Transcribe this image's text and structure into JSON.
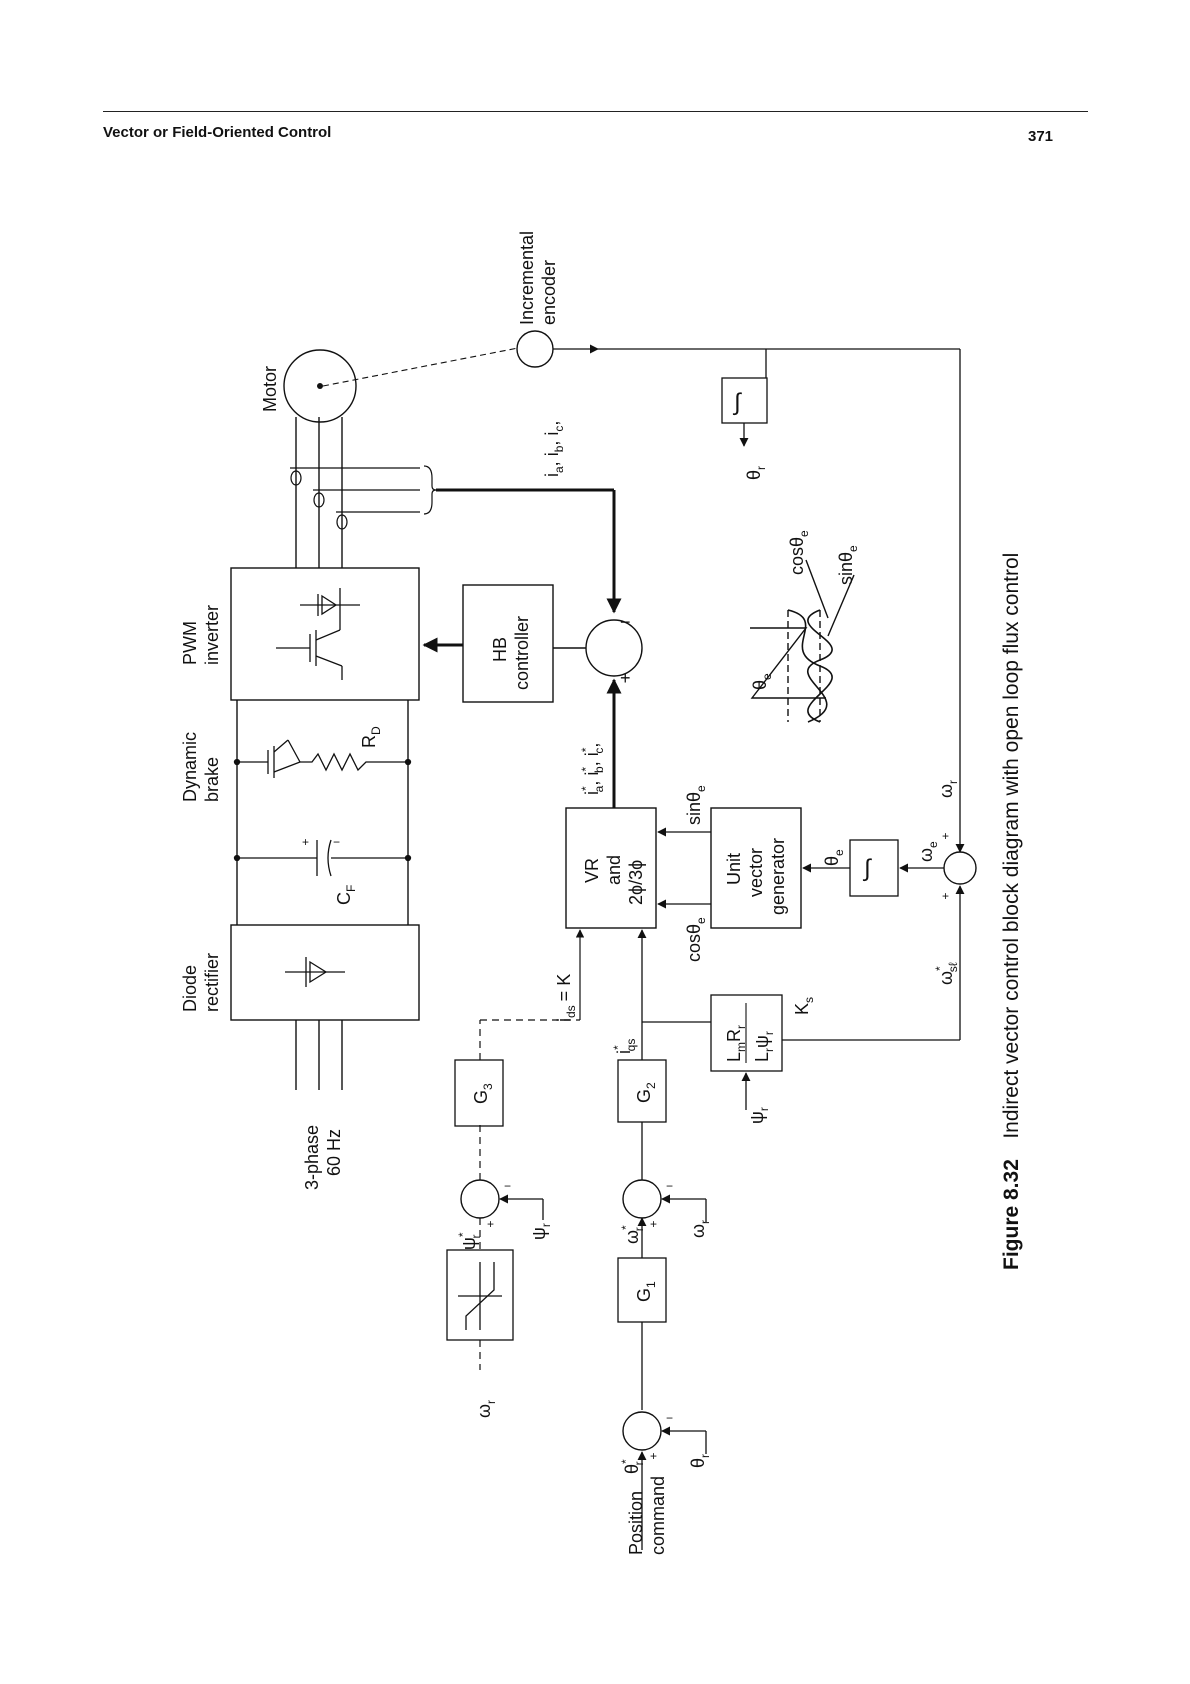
{
  "header": {
    "running_title": "Vector or Field-Oriented Control",
    "page_number": "371"
  },
  "figure": {
    "number": "Figure 8.32",
    "caption": "Indirect vector control block diagram with open loop flux control",
    "blocks": {
      "motor": "Motor",
      "encoder": [
        "Incremental",
        "encoder"
      ],
      "pwm_inverter": [
        "PWM",
        "inverter"
      ],
      "dynamic_brake": [
        "Dynamic",
        "brake"
      ],
      "diode_rectifier": [
        "Diode",
        "rectifier"
      ],
      "hb_controller": [
        "HB",
        "controller"
      ],
      "vr": [
        "VR",
        "and",
        "2ϕ/3ϕ"
      ],
      "unit_vector": [
        "Unit",
        "vector",
        "generator"
      ],
      "g1": "G",
      "g1_sub": "1",
      "g2": "G",
      "g2_sub": "2",
      "g3": "G",
      "g3_sub": "3",
      "integrator": "∫"
    },
    "labels": {
      "supply": [
        "3-phase",
        "60 Hz"
      ],
      "position_command": [
        "Position",
        "command"
      ],
      "cf": "C",
      "cf_sub": "F",
      "rd": "R",
      "rd_sub": "D",
      "theta_r": "θ",
      "r_sub": "r",
      "omega_r": "ω",
      "omega_e": "ω",
      "e_sub": "e",
      "theta_e": "θ",
      "psi_r": "ψ",
      "hat": "^",
      "star": "*",
      "sin_theta_e": "sinθ",
      "cos_theta_e": "cosθ",
      "i_abc": "i",
      "ia": "a",
      "ib": "b",
      "ic": "c",
      "sep": ", ",
      "trail_sep": ",",
      "ids_eq_k": "= K",
      "i": "i",
      "ds_sub": "ds",
      "qs_sub": "qs",
      "slip_omega": "ω",
      "slip_sub": "sℓ",
      "ks": "K",
      "ks_sub": "s",
      "slip_num": "L",
      "m_sub": "m",
      "slip_num_r": "R",
      "slip_den": "L",
      "plus": "+",
      "minus": "−"
    }
  }
}
